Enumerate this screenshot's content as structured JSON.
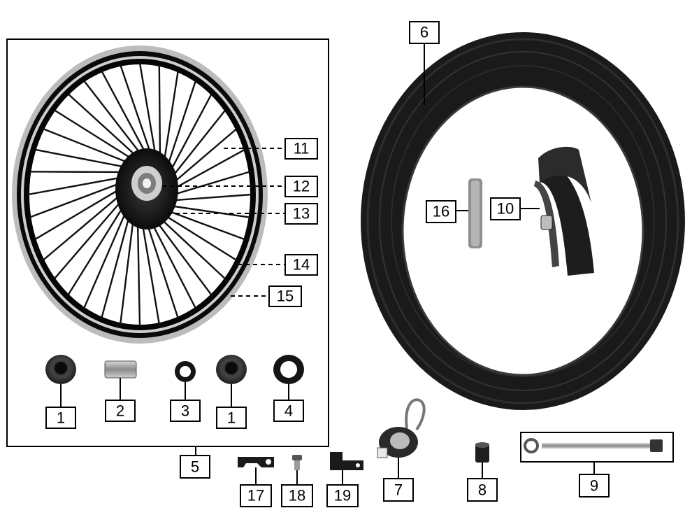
{
  "callouts": {
    "c1a": "1",
    "c2": "2",
    "c3": "3",
    "c1b": "1",
    "c4": "4",
    "c5": "5",
    "c6": "6",
    "c7": "7",
    "c8": "8",
    "c9": "9",
    "c10": "10",
    "c11": "11",
    "c12": "12",
    "c13": "13",
    "c14": "14",
    "c15": "15",
    "c16": "16",
    "c17": "17",
    "c18": "18",
    "c19": "19"
  },
  "colors": {
    "rim_outer": "#b8b8b8",
    "rim_black": "#0a0a0a",
    "tire": "#1a1a1a",
    "tire_tread": "#2d2d2d",
    "hub": "#111111",
    "metal": "#9a9a9a"
  }
}
